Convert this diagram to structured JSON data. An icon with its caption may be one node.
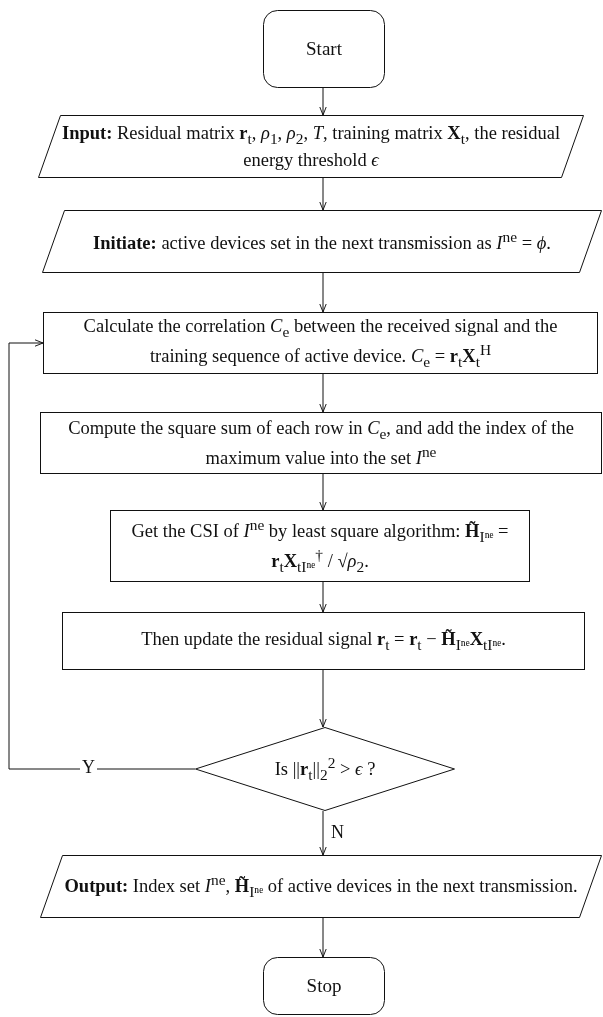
{
  "diagram": {
    "nodes": [
      {
        "text": [
          "Start"
        ]
      },
      {
        "text": [
          "**Input:** Residual matrix **r**$_{t}$, *ρ*$_{1}$, *ρ*$_{2}$, *T*, training matrix **X**$_{t}$, the residual energy threshold *ϵ*"
        ]
      },
      {
        "text": [
          "**Initiate:** active devices set in the next transmission as *I*$^{ne}$ = *ϕ*."
        ]
      },
      {
        "text": [
          "Calculate the correlation *C*$_{e}$ between the received signal and the training sequence of active device. *C*$_{e}$ = **r**$_{t}$**X**$_{t}$$^{H}$"
        ]
      },
      {
        "text": [
          "Compute the square sum of each row in *C*$_{e}$, and add the index of the maximum value into the set *I*$^{ne}$"
        ]
      },
      {
        "text": [
          "Get the CSI of *I*$^{ne}$ by least square algorithm: **H̃**$_{Iⁿᵉ}$ = **r**$_{t}$**X**$_{tIⁿᵉ}$$^{†}$ / √*ρ*$_{2}$."
        ]
      },
      {
        "text": [
          "Then update the residual signal **r**$_{t}$ = **r**$_{t}$ − **H̃**$_{Iⁿᵉ}$**X**$_{tIⁿᵉ}$."
        ]
      },
      {
        "text": [
          "Is ||**r**$_{t}$||$_{2}$$^{2}$ > *ϵ* ?"
        ]
      },
      {
        "text": [
          "**Output:** Index set *I*$^{ne}$, **H̃**$_{Iⁿᵉ}$ of active devices in the next transmission."
        ]
      },
      {
        "text": [
          "Stop"
        ]
      }
    ],
    "edges": [
      {
        "from": 0,
        "to": 1,
        "arrow": "to"
      },
      {
        "from": 1,
        "to": 2,
        "arrow": "to"
      },
      {
        "from": 2,
        "to": 3,
        "arrow": "to"
      },
      {
        "from": 3,
        "to": 4,
        "arrow": "to"
      },
      {
        "from": 4,
        "to": 5,
        "arrow": "to"
      },
      {
        "from": 5,
        "to": 6,
        "arrow": "to"
      },
      {
        "from": 6,
        "to": 7,
        "arrow": "to"
      },
      {
        "from": 7,
        "to": 3,
        "arrow": "to",
        "label": "Y"
      },
      {
        "from": 7,
        "to": 8,
        "arrow": "to",
        "label": "N"
      },
      {
        "from": 8,
        "to": 9,
        "arrow": "to"
      }
    ]
  }
}
